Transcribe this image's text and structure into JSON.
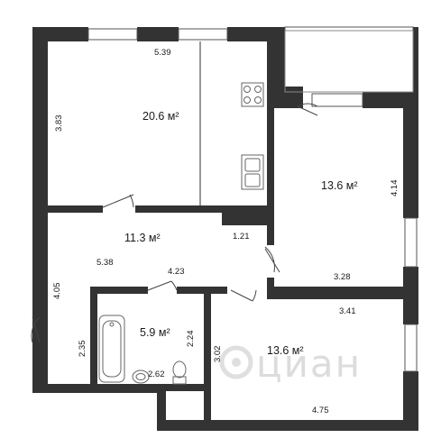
{
  "rooms": {
    "kitchen_living": {
      "area": "20.6 м²",
      "width": "5.39",
      "height": "3.83"
    },
    "bedroom_top": {
      "area": "13.6 м²",
      "height": "4.14",
      "width": "3.28"
    },
    "hall": {
      "area": "11.3 м²",
      "length": "5.38",
      "width": "4.05",
      "closet": "1.21",
      "corridor": "4.23",
      "side": "2.35"
    },
    "bathroom": {
      "area": "5.9 м²",
      "height": "2.24",
      "width": "2.62"
    },
    "bedroom_bottom": {
      "area": "13.6 м²",
      "top": "3.41",
      "side": "3.02",
      "bottom": "4.75"
    }
  },
  "watermark": {
    "text": "циан"
  },
  "colors": {
    "wall": "#333333",
    "window": "#ffffff",
    "fixture": "#666666",
    "floor": "#ffffff"
  },
  "icons": [
    "stove-icon",
    "sink-icon",
    "bathtub-icon",
    "washbasin-icon",
    "toilet-icon"
  ]
}
